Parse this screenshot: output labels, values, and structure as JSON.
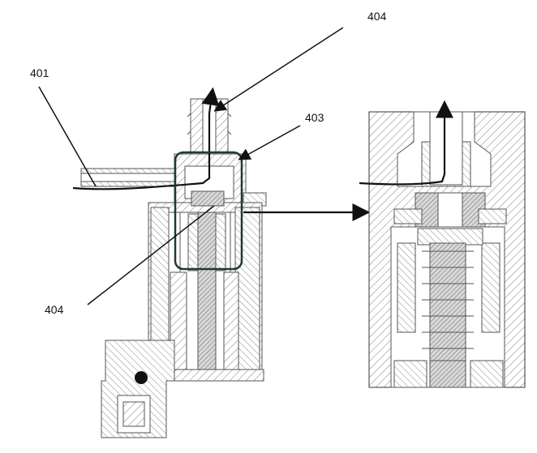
{
  "labels": {
    "top_right": "404",
    "upper_left": "401",
    "middle": "403",
    "lower_left": "404"
  },
  "colors": {
    "ink": "#111111",
    "hatch": "#8a8a8a",
    "detail_box": "#1f3b2d",
    "valve_ball": "#111111"
  }
}
